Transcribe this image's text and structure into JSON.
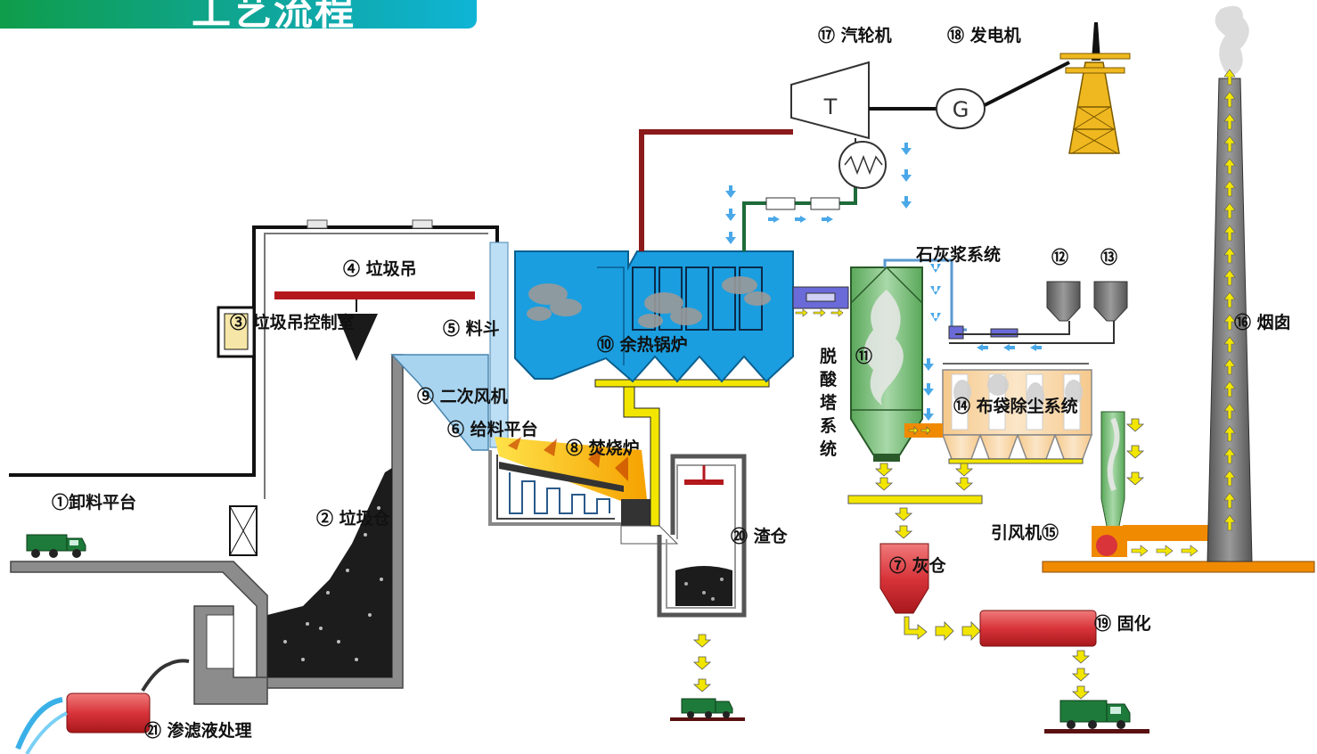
{
  "header": {
    "title": "工艺流程"
  },
  "labels": {
    "unloading_platform": "①卸料平台",
    "waste_pit": "② 垃圾仓",
    "crane_control_room": "③ 垃圾吊控制室",
    "waste_crane": "④ 垃圾吊",
    "hopper": "⑤ 料斗",
    "feeding_platform": "⑥ 给料平台",
    "ash_silo": "⑦ 灰仓",
    "incinerator": "⑧ 焚烧炉",
    "secondary_fan": "⑨ 二次风机",
    "waste_heat_boiler": "⑩ 余热锅炉",
    "deacid_tower_num": "⑪",
    "deacid_tower_chars": [
      "脱",
      "酸",
      "塔",
      "系",
      "统"
    ],
    "lime_slurry_system": "石灰浆系统",
    "silo_12": "⑫",
    "silo_13": "⑬",
    "baghouse": "⑭ 布袋除尘系统",
    "induced_fan": "引风机⑮",
    "chimney": "⑯ 烟囱",
    "steam_turbine": "⑰ 汽轮机",
    "generator": "⑱ 发电机",
    "solidification": "⑲ 固化",
    "slag_silo": "⑳ 渣仓",
    "leachate_treatment": "㉑ 渗滤液处理",
    "turbine_symbol": "T",
    "generator_symbol": "G"
  },
  "colors": {
    "header_green": "#0f9d4a",
    "header_cyan": "#0fb4d6",
    "boiler_blue": "#1a9ee0",
    "steam_pipe": "#8b1a1a",
    "water_pipe": "#1e6b3a",
    "tower_green": "#7fbf7f",
    "silo_red": "#d8343a",
    "flue_orange": "#f08a00",
    "yellow_pipe": "#f2e600",
    "chimney_gray": "#7a7a7a"
  }
}
